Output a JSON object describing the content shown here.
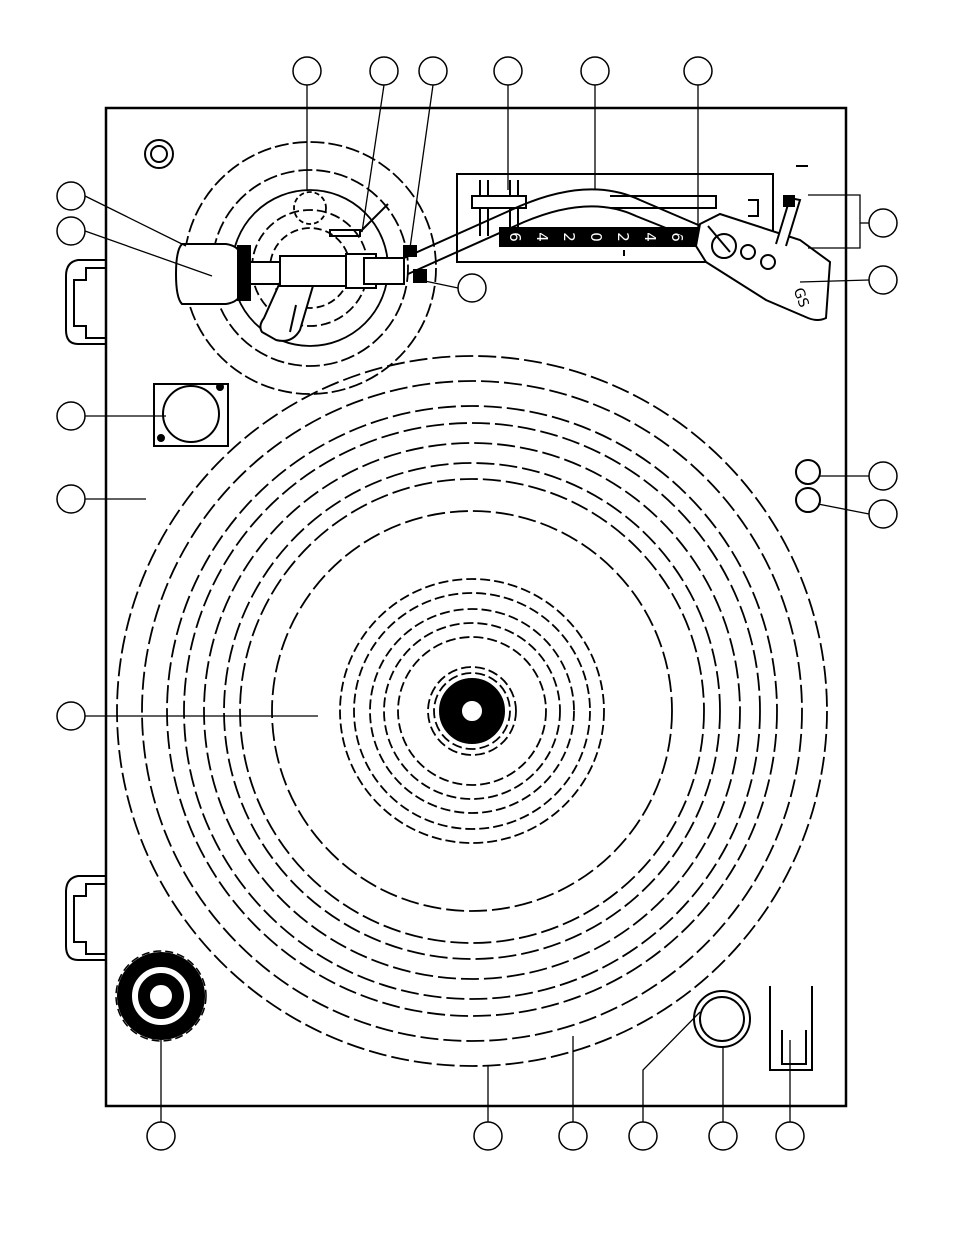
{
  "diagram": {
    "subject": "turntable top view parts-callout diagram",
    "line_color": "#000000",
    "background_color": "#ffffff",
    "pitch_scale_digits": [
      "6",
      "4",
      "2",
      "0",
      "2",
      "4",
      "6"
    ],
    "headshell_mark": "GS",
    "callout_count": 22
  }
}
